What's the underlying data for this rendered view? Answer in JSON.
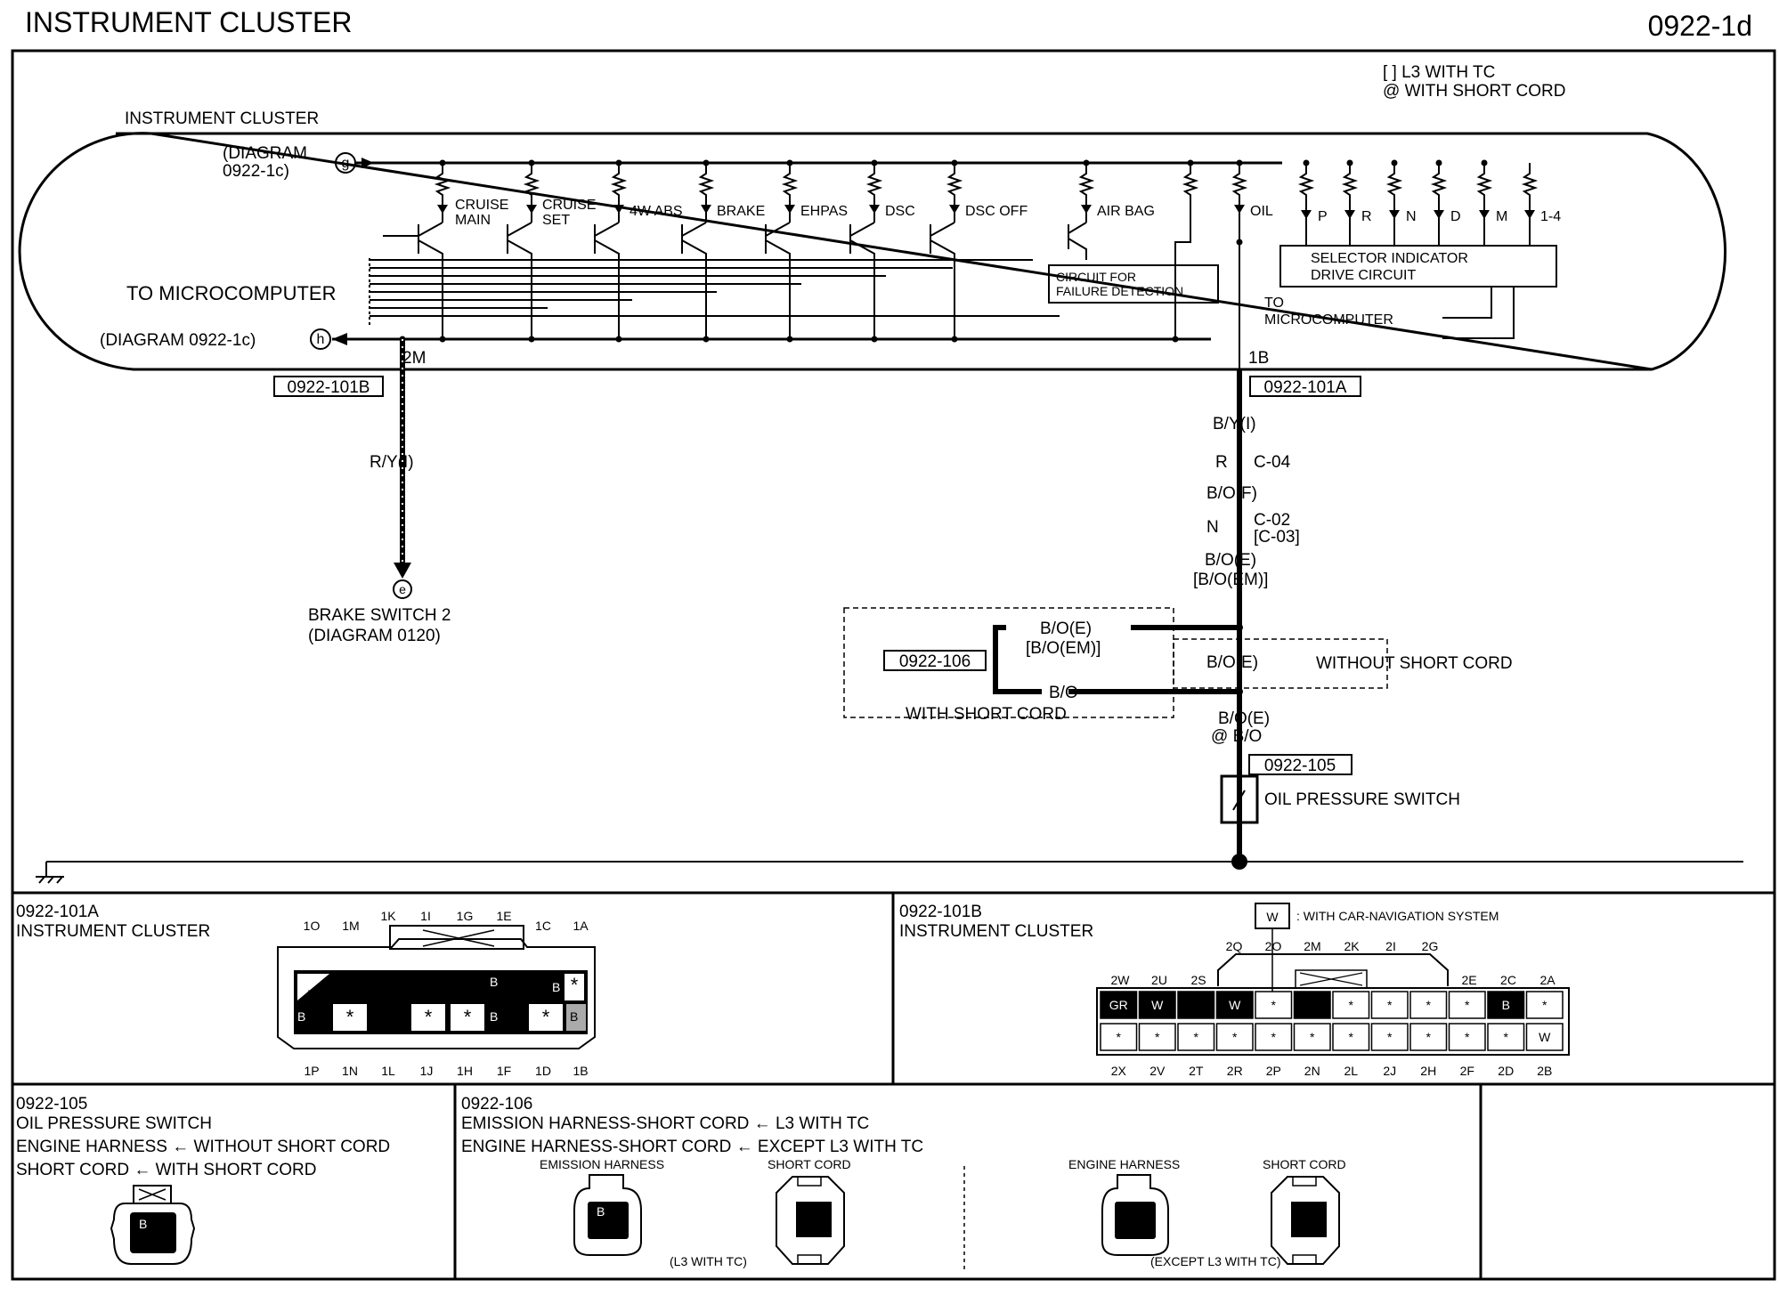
{
  "header": {
    "title": "INSTRUMENT CLUSTER",
    "page_code": "0922-1d"
  },
  "legend": {
    "brackets": "[ ] L3 WITH TC",
    "at_sign": "@ WITH SHORT CORD"
  },
  "cluster": {
    "label": "INSTRUMENT CLUSTER",
    "diagram_in": [
      "(DIAGRAM",
      "0922-1c)"
    ],
    "to_micro": "TO MICROCOMPUTER",
    "diagram_out": "(DIAGRAM 0922-1c)",
    "conn_in": "g",
    "conn_out": "h",
    "lamps": [
      {
        "name": "CRUISE",
        "name2": "MAIN"
      },
      {
        "name": "CRUISE",
        "name2": "SET"
      },
      {
        "name": "4W ABS",
        "name2": ""
      },
      {
        "name": "BRAKE",
        "name2": ""
      },
      {
        "name": "EHPAS",
        "name2": ""
      },
      {
        "name": "DSC",
        "name2": ""
      },
      {
        "name": "DSC OFF",
        "name2": ""
      },
      {
        "name": "AIR BAG",
        "name2": ""
      }
    ],
    "oil_lamp": "OIL",
    "selector_lamps": [
      "P",
      "R",
      "N",
      "D",
      "M",
      "1-4"
    ],
    "failure_box": [
      "CIRCUIT FOR",
      "FAILURE DETECTION"
    ],
    "selector_box": [
      "SELECTOR INDICATOR",
      "DRIVE CIRCUIT"
    ],
    "to_micro2": [
      "TO",
      "MICROCOMPUTER"
    ],
    "pin_left": "2M",
    "pin_right": "1B"
  },
  "left_branch": {
    "connector": "0922-101B",
    "wire": "R/Y(I)",
    "end_conn": "e",
    "dest": [
      "BRAKE SWITCH 2",
      "(DIAGRAM 0120)"
    ]
  },
  "right_branch": {
    "connector": "0922-101A",
    "w1": "B/Y(I)",
    "j1_letter": "R",
    "j1_code": "C-04",
    "w2": "B/O(F)",
    "j2_letter": "N",
    "j2_code": [
      "C-02",
      "[C-03]"
    ],
    "w3": [
      "B/O(E)",
      "[B/O(EM)]"
    ],
    "short_cord": {
      "connector": "0922-106",
      "top": [
        "B/O(E)",
        "[B/O(EM)]"
      ],
      "bottom": "B/O",
      "label": "WITH SHORT CORD"
    },
    "without": {
      "wire": "B/O(E)",
      "label": "WITHOUT SHORT CORD"
    },
    "w4": [
      "B/O(E)",
      "@ B/O"
    ],
    "switch_connector": "0922-105",
    "switch": "OIL PRESSURE SWITCH"
  },
  "panels": {
    "p101a": {
      "code": "0922-101A",
      "name": "INSTRUMENT CLUSTER",
      "top_pins": [
        "1O",
        "1M",
        "1K",
        "1I",
        "1G",
        "1E",
        "1C",
        "1A"
      ],
      "bottom_pins": [
        "1P",
        "1N",
        "1L",
        "1J",
        "1H",
        "1F",
        "1D",
        "1B"
      ],
      "marks": [
        "W",
        "B",
        "B",
        "B",
        "B",
        "B",
        "*",
        "*",
        "*",
        "*",
        "*"
      ]
    },
    "p101b": {
      "code": "0922-101B",
      "name": "INSTRUMENT CLUSTER",
      "w_note": ": WITH CAR-NAVIGATION SYSTEM",
      "w_key": "W",
      "top_pins_a": [
        "2Q",
        "2O",
        "2M",
        "2K",
        "2I",
        "2G"
      ],
      "top_pins_b": [
        "2W",
        "2U",
        "2S",
        "2E",
        "2C",
        "2A"
      ],
      "bottom_pins": [
        "2X",
        "2V",
        "2T",
        "2R",
        "2P",
        "2N",
        "2L",
        "2J",
        "2H",
        "2F",
        "2D",
        "2B"
      ],
      "row1": [
        "GR",
        "W",
        "",
        "W",
        "*",
        "",
        "*",
        "*",
        "*",
        "*",
        "B",
        "*"
      ],
      "row2": [
        "*",
        "*",
        "*",
        "*",
        "*",
        "*",
        "*",
        "*",
        "*",
        "*",
        "*",
        "W"
      ]
    },
    "p105": {
      "code": "0922-105",
      "lines": [
        "OIL PRESSURE SWITCH",
        "ENGINE HARNESS ← WITHOUT SHORT CORD",
        "SHORT CORD ← WITH SHORT CORD"
      ],
      "mark": "B"
    },
    "p106": {
      "code": "0922-106",
      "lines": [
        "EMISSION HARNESS-SHORT CORD ← L3 WITH TC",
        "ENGINE HARNESS-SHORT CORD ← EXCEPT L3 WITH TC"
      ],
      "emission": "EMISSION HARNESS",
      "short_cord": "SHORT CORD",
      "l3": "(L3 WITH TC)",
      "engine": "ENGINE HARNESS",
      "short_cord2": "SHORT CORD",
      "except": "(EXCEPT L3 WITH TC)",
      "mark": "B"
    }
  }
}
